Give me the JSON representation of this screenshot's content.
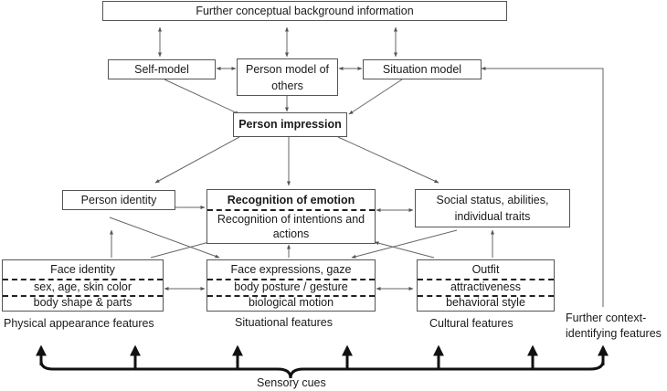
{
  "boxes": {
    "background": "Further conceptual background information",
    "self_model": "Self-model",
    "person_model_line1": "Person model of",
    "person_model_line2": "others",
    "situation_model": "Situation model",
    "person_impression": "Person impression",
    "person_identity": "Person identity",
    "emotion_title": "Recognition of emotion",
    "intentions_line1": "Recognition of intentions and",
    "intentions_line2": "actions",
    "social_line1": "Social status, abilities,",
    "social_line2": "individual traits",
    "face_identity": "Face identity",
    "sex_age": "sex, age, skin color",
    "body_shape": "body shape & parts",
    "face_expr": "Face expressions, gaze",
    "body_posture": "body posture / gesture",
    "bio_motion": "biological motion",
    "outfit": "Outfit",
    "attractiveness": "attractiveness",
    "behavioral": "behavioral style"
  },
  "labels": {
    "physical": "Physical appearance features",
    "situational": "Situational features",
    "cultural": "Cultural features",
    "further_line1": "Further context-",
    "further_line2": "identifying features",
    "sensory": "Sensory cues"
  }
}
